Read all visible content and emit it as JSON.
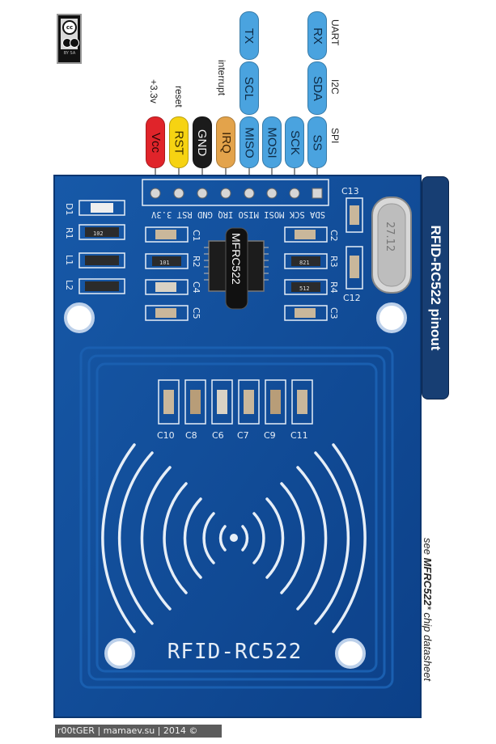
{
  "license_badge": {
    "mark": "cc",
    "small_text": "BY  SA"
  },
  "pin_groups": {
    "uart": "UART",
    "i2c": "I2C",
    "spi": "SPI",
    "interrupt": "interrupt",
    "reset": "reset",
    "power": "+3.3v"
  },
  "tags": {
    "tx": "TX",
    "scl": "SCL",
    "miso": "MISO",
    "rx": "RX",
    "sda": "SDA",
    "ss": "SS",
    "mosi": "MOSI",
    "sck": "SCK",
    "vcc": "Vcc",
    "rst": "RST",
    "gnd": "GND",
    "irq": "IRQ"
  },
  "board": {
    "header_pins": "SDA SCK MOSI MISO IRQ GND RST 3.3V",
    "chip": "MFRC522",
    "crystal": "27.12",
    "silk_name": "RFID-RC522",
    "left_labels": [
      "D1",
      "R1",
      "L1",
      "L2"
    ],
    "mid_left_labels": [
      "C1",
      "R2",
      "C4",
      "C5"
    ],
    "mid_right_labels": [
      "C2",
      "R3",
      "R4",
      "C3"
    ],
    "crystal_labels": [
      "C13",
      "C12"
    ],
    "cap_row_labels": [
      "C10",
      "C8",
      "C6",
      "C7",
      "C9",
      "C11"
    ],
    "resistor_codes": [
      "102",
      "101",
      "821",
      "512"
    ]
  },
  "title": "RFID-RC522 pinout",
  "note": {
    "prefix": "see ",
    "bold": "MFRC522",
    "suffix": "* chip datasheet"
  },
  "footer": "r00tGER | mamaev.su | 2014 ©",
  "colors": {
    "board": "#0f4d98",
    "silk": "#e6eef7",
    "tag_blue": "#4aa3df",
    "tag_red": "#e0242a",
    "tag_yellow": "#f6d312",
    "tag_black": "#1b1b1b",
    "tag_orange": "#e3a34b",
    "title_bg": "#173e73"
  }
}
